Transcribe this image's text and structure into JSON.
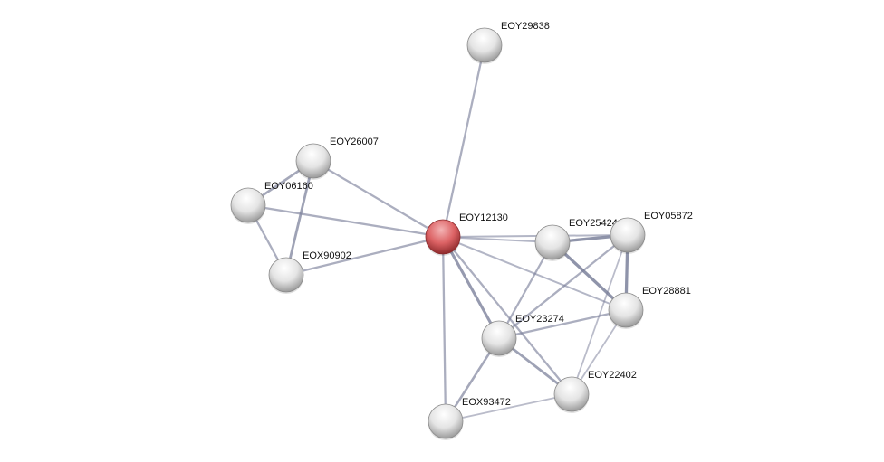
{
  "network": {
    "query_node": "EOY12130",
    "colors": {
      "query": "#d9595b",
      "node": "#e6e6e6",
      "edge": "#7a7f9a"
    },
    "nodes": [
      "EOY29838",
      "EOY26007",
      "EOY06160",
      "EOX90902",
      "EOY12130",
      "EOY25424",
      "EOY05872",
      "EOY28881",
      "EOY23274",
      "EOY22402",
      "EOX93472"
    ],
    "edges": [
      {
        "source": "EOY12130",
        "target": "EOY29838",
        "strength": 0.5
      },
      {
        "source": "EOY12130",
        "target": "EOY26007",
        "strength": 0.5
      },
      {
        "source": "EOY12130",
        "target": "EOY06160",
        "strength": 0.5
      },
      {
        "source": "EOY12130",
        "target": "EOX90902",
        "strength": 0.5
      },
      {
        "source": "EOY26007",
        "target": "EOY06160",
        "strength": 0.6
      },
      {
        "source": "EOY26007",
        "target": "EOX90902",
        "strength": 0.7
      },
      {
        "source": "EOY06160",
        "target": "EOX90902",
        "strength": 0.5
      },
      {
        "source": "EOY12130",
        "target": "EOY25424",
        "strength": 0.4
      },
      {
        "source": "EOY12130",
        "target": "EOY05872",
        "strength": 0.4
      },
      {
        "source": "EOY12130",
        "target": "EOY28881",
        "strength": 0.4
      },
      {
        "source": "EOY12130",
        "target": "EOY23274",
        "strength": 0.8
      },
      {
        "source": "EOY12130",
        "target": "EOY22402",
        "strength": 0.5
      },
      {
        "source": "EOY12130",
        "target": "EOX93472",
        "strength": 0.5
      },
      {
        "source": "EOY25424",
        "target": "EOY05872",
        "strength": 0.9
      },
      {
        "source": "EOY25424",
        "target": "EOY28881",
        "strength": 0.9
      },
      {
        "source": "EOY05872",
        "target": "EOY28881",
        "strength": 0.9
      },
      {
        "source": "EOY25424",
        "target": "EOY23274",
        "strength": 0.5
      },
      {
        "source": "EOY05872",
        "target": "EOY23274",
        "strength": 0.5
      },
      {
        "source": "EOY28881",
        "target": "EOY23274",
        "strength": 0.5
      },
      {
        "source": "EOY23274",
        "target": "EOY22402",
        "strength": 0.7
      },
      {
        "source": "EOY23274",
        "target": "EOX93472",
        "strength": 0.6
      },
      {
        "source": "EOX93472",
        "target": "EOY22402",
        "strength": 0.3
      },
      {
        "source": "EOY05872",
        "target": "EOY22402",
        "strength": 0.3
      },
      {
        "source": "EOY28881",
        "target": "EOY22402",
        "strength": 0.3
      }
    ]
  }
}
